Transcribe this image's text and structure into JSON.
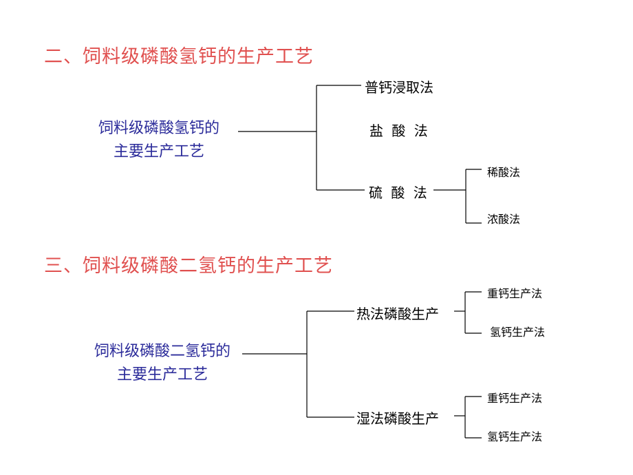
{
  "colors": {
    "heading": "#e0504f",
    "root": "#2b2b9a",
    "text": "#000000",
    "line": "#000000"
  },
  "section2": {
    "heading": "二、饲料级磷酸氢钙的生产工艺",
    "root_line1": "饲料级磷酸氢钙的",
    "root_line2": "主要生产工艺",
    "method1": "普钙浸取法",
    "method2": "盐 酸 法",
    "method3": "硫 酸 法",
    "sub1": "稀酸法",
    "sub2": "浓酸法"
  },
  "section3": {
    "heading": "三、饲料级磷酸二氢钙的生产工艺",
    "root_line1": "饲料级磷酸二氢钙的",
    "root_line2": "主要生产工艺",
    "method1": "热法磷酸生产",
    "method2": "湿法磷酸生产",
    "thermal_sub1": "重钙生产法",
    "thermal_sub2": "氢钙生产法",
    "wet_sub1": "重钙生产法",
    "wet_sub2": "氢钙生产法"
  }
}
